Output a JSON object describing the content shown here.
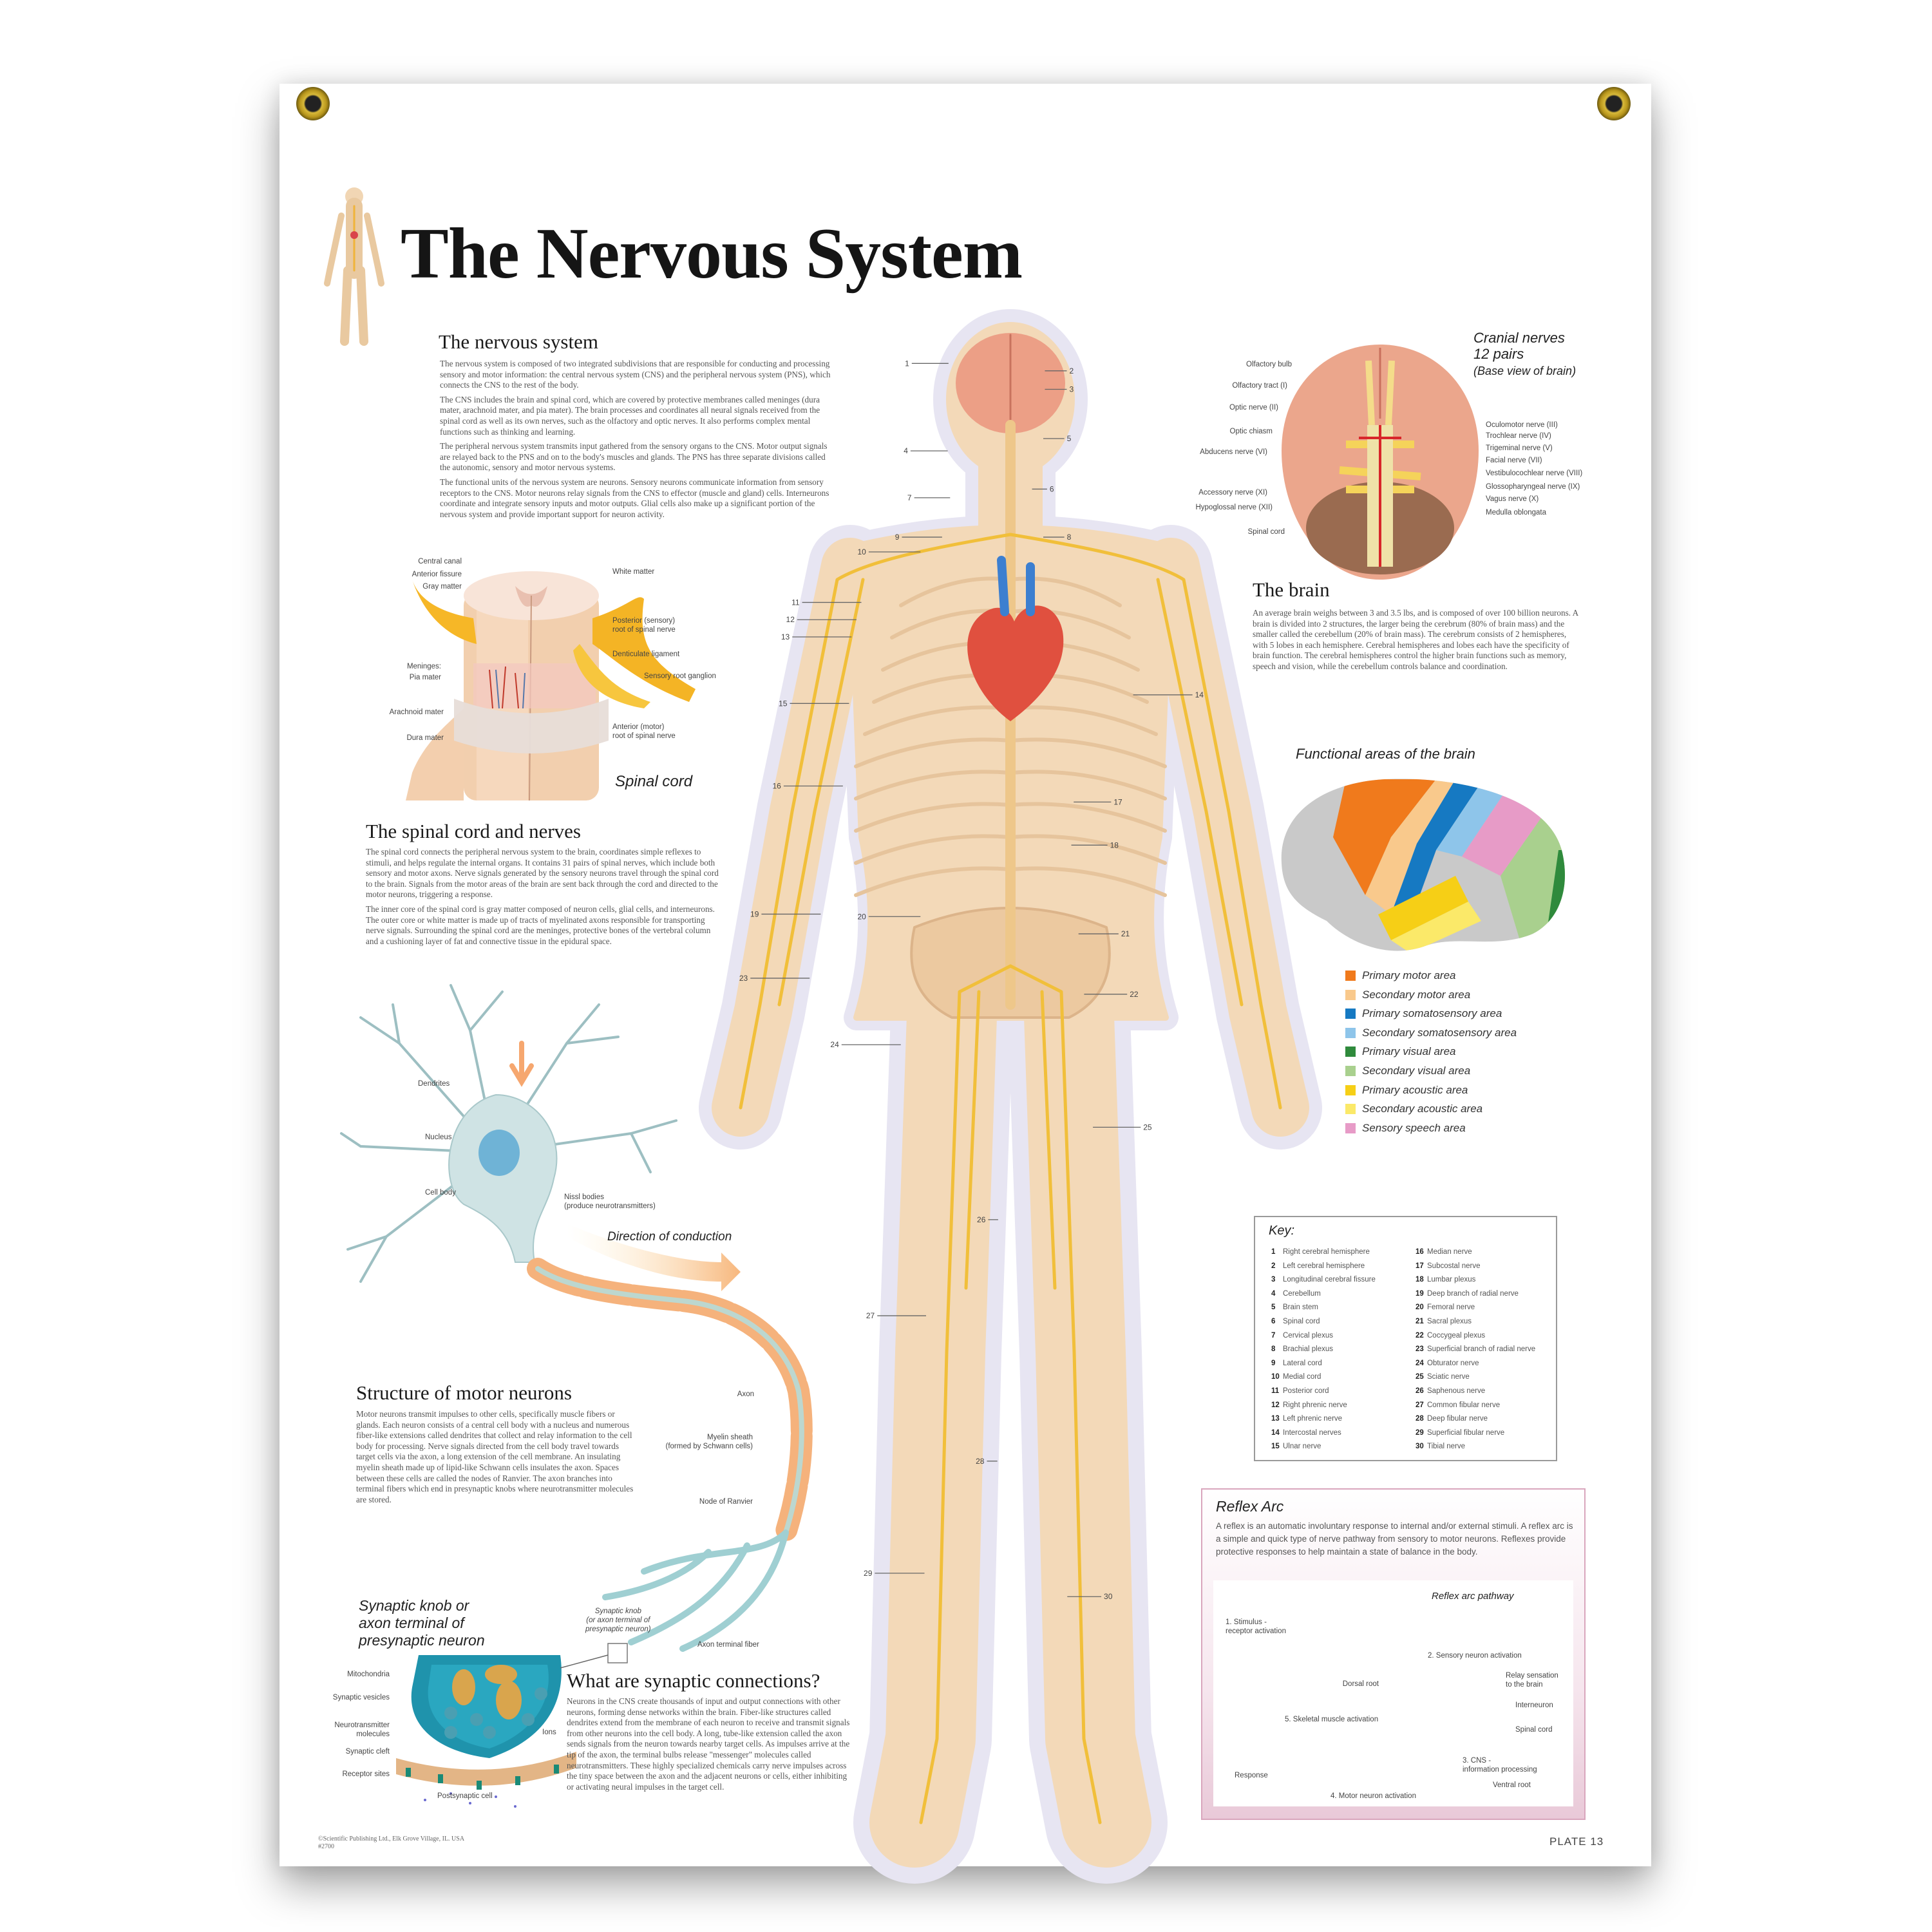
{
  "poster": {
    "title": "The Nervous System",
    "footer_copyright": "©Scientific Publishing Ltd., Elk Grove Village, IL. USA",
    "footer_code": "#2700",
    "plate": "PLATE 13"
  },
  "nervous_system": {
    "heading": "The nervous system",
    "paragraphs": [
      "The nervous system is composed of two integrated subdivisions that are responsible for conducting and processing sensory and motor information: the central nervous system (CNS) and the peripheral nervous system (PNS), which connects the CNS to the rest of the body.",
      "The CNS includes the brain and spinal cord, which are covered by protective membranes called meninges (dura mater, arachnoid mater, and pia mater). The brain processes and coordinates all neural signals received from the spinal cord as well as its own nerves, such as the olfactory and optic nerves. It also performs complex mental functions such as thinking and learning.",
      "The peripheral nervous system transmits input gathered from the sensory organs to the CNS. Motor output signals are relayed back to the PNS and on to the body's muscles and glands. The PNS has three separate divisions called the autonomic, sensory and motor nervous systems.",
      "The functional units of the nervous system are neurons. Sensory neurons communicate information from sensory receptors to the CNS. Motor neurons relay signals from the CNS to effector (muscle and gland) cells. Interneurons coordinate and integrate sensory inputs and motor outputs. Glial cells also make up a significant portion of the nervous system and provide important support for neuron activity."
    ]
  },
  "spinal_cord_figure": {
    "title": "Spinal cord",
    "labels": {
      "central_canal": "Central canal",
      "anterior_fissure": "Anterior fissure",
      "gray_matter": "Gray matter",
      "white_matter": "White matter",
      "posterior_root_1": "Posterior (sensory)",
      "posterior_root_2": "root of spinal nerve",
      "denticulate": "Denticulate ligament",
      "ganglion": "Sensory root ganglion",
      "meninges": "Meninges:",
      "pia": "Pia mater",
      "arachnoid": "Arachnoid mater",
      "dura": "Dura mater",
      "anterior_root_1": "Anterior (motor)",
      "anterior_root_2": "root of spinal nerve"
    }
  },
  "spinal_cord": {
    "heading": "The spinal cord and nerves",
    "paragraphs": [
      "The spinal cord connects the peripheral nervous system to the brain, coordinates simple reflexes to stimuli, and helps regulate the internal organs. It contains 31 pairs of spinal nerves, which include both sensory and motor axons. Nerve signals generated by the sensory neurons travel through the spinal cord to the brain. Signals from the motor areas of the brain are sent back through the cord and directed to the motor neurons, triggering a response.",
      "The inner core of the spinal cord is gray matter composed of neuron cells, glial cells, and interneurons. The outer core or white matter is made up of tracts of myelinated axons responsible for transporting nerve signals. Surrounding the spinal cord are the meninges, protective bones of the vertebral column and a cushioning layer of fat and connective tissue in the epidural space."
    ]
  },
  "neuron_figure": {
    "dendrites": "Dendrites",
    "nucleus": "Nucleus",
    "cell_body": "Cell body",
    "nissl_1": "Nissl bodies",
    "nissl_2": "(produce neurotransmitters)",
    "direction": "Direction of conduction",
    "axon": "Axon",
    "myelin_1": "Myelin sheath",
    "myelin_2": "(formed by Schwann cells)",
    "node": "Node of Ranvier",
    "knob_1": "Synaptic knob",
    "knob_2": "(or axon terminal of",
    "knob_3": "presynaptic neuron)",
    "terminal_fiber": "Axon terminal fiber"
  },
  "motor_neurons": {
    "heading": "Structure of motor neurons",
    "text": "Motor neurons transmit impulses to other cells, specifically muscle fibers or glands. Each neuron consists of a central cell body with a nucleus and numerous fiber-like extensions called dendrites that collect and relay information to the cell body for processing. Nerve signals directed from the cell body travel towards target cells via the axon, a long extension of the cell membrane. An insulating myelin sheath made up of lipid-like Schwann cells insulates the axon. Spaces between these cells are called the nodes of Ranvier. The axon branches into terminal fibers which end in presynaptic knobs where neurotransmitter molecules are stored."
  },
  "synapse_figure": {
    "title_1": "Synaptic knob or",
    "title_2": "axon terminal of",
    "title_3": "presynaptic neuron",
    "mitochondria": "Mitochondria",
    "vesicles": "Synaptic vesicles",
    "neurotransmitter_1": "Neurotransmitter",
    "neurotransmitter_2": "molecules",
    "cleft": "Synaptic cleft",
    "receptor": "Receptor sites",
    "ions": "Ions",
    "postsynaptic": "Postsynaptic cell"
  },
  "synaptic": {
    "heading": "What are synaptic connections?",
    "text": "Neurons in the CNS create thousands of input and output connections with other neurons, forming dense networks within the brain. Fiber-like structures called dendrites extend from the membrane of each neuron to receive and transmit signals from other neurons into the cell body. A long, tube-like extension called the axon sends signals from the neuron towards nearby target cells. As impulses arrive at the tip of the axon, the terminal bulbs release \"messenger\" molecules called neurotransmitters. These highly specialized chemicals carry nerve impulses across the tiny space between the axon and the adjacent neurons or cells, either inhibiting or activating neural impulses in the target cell."
  },
  "body_figure": {
    "labels": [
      "1",
      "2",
      "3",
      "4",
      "5",
      "6",
      "7",
      "8",
      "9",
      "10",
      "11",
      "12",
      "13",
      "14",
      "15",
      "16",
      "17",
      "18",
      "19",
      "20",
      "21",
      "22",
      "23",
      "24",
      "25",
      "26",
      "27",
      "28",
      "29",
      "30"
    ]
  },
  "cranial": {
    "title_1": "Cranial nerves",
    "title_2": "12 pairs",
    "title_3": "(Base view of brain)",
    "left_labels": [
      "Olfactory bulb",
      "Olfactory tract (I)",
      "Optic nerve (II)",
      "Optic chiasm",
      "Abducens nerve (VI)",
      "Accessory nerve (XI)",
      "Hypoglossal nerve (XII)",
      "Spinal cord"
    ],
    "right_labels": [
      "Oculomotor nerve (III)",
      "Trochlear nerve (IV)",
      "Trigeminal nerve (V)",
      "Facial nerve (VII)",
      "Vestibulocochlear nerve (VIII)",
      "Glossopharyngeal nerve (IX)",
      "Vagus nerve (X)",
      "Medulla oblongata"
    ]
  },
  "brain": {
    "heading": "The brain",
    "text": "An average brain weighs between 3 and 3.5 lbs, and is composed of over 100 billion neurons. A brain is divided into 2 structures, the larger being the cerebrum (80% of brain mass) and the smaller called the cerebellum (20% of brain mass). The cerebrum consists of 2 hemispheres, with 5 lobes in each hemisphere. Cerebral hemispheres and lobes each have the specificity of brain function. The cerebral hemispheres control the higher brain functions such as memory, speech and vision, while the cerebellum controls balance and coordination."
  },
  "functional_areas": {
    "title": "Functional areas of the brain",
    "legend": [
      {
        "label": "Primary motor area",
        "color": "#f07a1c"
      },
      {
        "label": "Secondary motor area",
        "color": "#f9c98c"
      },
      {
        "label": "Primary somatosensory area",
        "color": "#1679c2"
      },
      {
        "label": "Secondary somatosensory area",
        "color": "#8ec5ea"
      },
      {
        "label": "Primary visual area",
        "color": "#2f8a3c"
      },
      {
        "label": "Secondary visual area",
        "color": "#a9d08e"
      },
      {
        "label": "Primary acoustic area",
        "color": "#f6cf16"
      },
      {
        "label": "Secondary acoustic area",
        "color": "#fbe969"
      },
      {
        "label": "Sensory speech area",
        "color": "#e79bc7"
      }
    ]
  },
  "key": {
    "title": "Key:",
    "items": [
      {
        "n": "1",
        "label": "Right cerebral hemisphere"
      },
      {
        "n": "2",
        "label": "Left cerebral hemisphere"
      },
      {
        "n": "3",
        "label": "Longitudinal cerebral fissure"
      },
      {
        "n": "4",
        "label": "Cerebellum"
      },
      {
        "n": "5",
        "label": "Brain stem"
      },
      {
        "n": "6",
        "label": "Spinal cord"
      },
      {
        "n": "7",
        "label": "Cervical plexus"
      },
      {
        "n": "8",
        "label": "Brachial plexus"
      },
      {
        "n": "9",
        "label": "Lateral cord"
      },
      {
        "n": "10",
        "label": "Medial cord"
      },
      {
        "n": "11",
        "label": "Posterior cord"
      },
      {
        "n": "12",
        "label": "Right phrenic nerve"
      },
      {
        "n": "13",
        "label": "Left phrenic nerve"
      },
      {
        "n": "14",
        "label": "Intercostal nerves"
      },
      {
        "n": "15",
        "label": "Ulnar nerve"
      },
      {
        "n": "16",
        "label": "Median nerve"
      },
      {
        "n": "17",
        "label": "Subcostal nerve"
      },
      {
        "n": "18",
        "label": "Lumbar plexus"
      },
      {
        "n": "19",
        "label": "Deep branch of radial nerve"
      },
      {
        "n": "20",
        "label": "Femoral nerve"
      },
      {
        "n": "21",
        "label": "Sacral plexus"
      },
      {
        "n": "22",
        "label": "Coccygeal plexus"
      },
      {
        "n": "23",
        "label": "Superficial branch of radial nerve"
      },
      {
        "n": "24",
        "label": "Obturator nerve"
      },
      {
        "n": "25",
        "label": "Sciatic nerve"
      },
      {
        "n": "26",
        "label": "Saphenous nerve"
      },
      {
        "n": "27",
        "label": "Common fibular nerve"
      },
      {
        "n": "28",
        "label": "Deep fibular nerve"
      },
      {
        "n": "29",
        "label": "Superficial fibular nerve"
      },
      {
        "n": "30",
        "label": "Tibial nerve"
      }
    ]
  },
  "reflex": {
    "title": "Reflex Arc",
    "text": "A reflex is an automatic involuntary response to internal and/or external stimuli. A reflex arc is a simple and quick type of nerve pathway from sensory to motor neurons. Reflexes provide protective responses to help maintain a state of balance in the body.",
    "pathway_title": "Reflex arc pathway",
    "step1_a": "1. Stimulus -",
    "step1_b": "receptor activation",
    "step2": "2. Sensory neuron activation",
    "relay_a": "Relay sensation",
    "relay_b": "to the brain",
    "dorsal": "Dorsal root",
    "interneuron": "Interneuron",
    "step5": "5. Skeletal muscle activation",
    "spinal": "Spinal cord",
    "step3_a": "3. CNS -",
    "step3_b": "information processing",
    "response": "Response",
    "ventral": "Ventral root",
    "step4": "4. Motor neuron activation"
  }
}
